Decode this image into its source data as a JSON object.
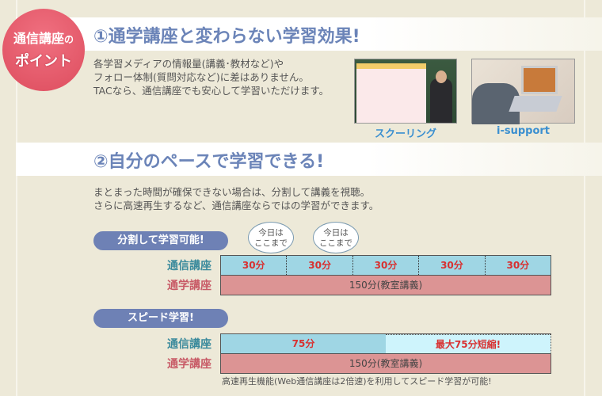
{
  "badge": {
    "line1": "通信講座",
    "line1_suffix": "の",
    "line2": "ポイント"
  },
  "section1": {
    "title": "①通学講座と変わらない学習効果!",
    "text": [
      "各学習メディアの情報量(講義･教材など)や",
      "フォロー体制(質問対応など)に差はありません。",
      "TACなら、通信講座でも安心して学習いただけます。"
    ],
    "photos": [
      {
        "caption": "スクーリング"
      },
      {
        "caption": "i-support"
      }
    ]
  },
  "section2": {
    "title": "②自分のペースで学習できる!",
    "text": [
      "まとまった時間が確保できない場合は、分割して講義を視聴。",
      "さらに高速再生するなど、通信講座ならではの学習ができます。"
    ],
    "split": {
      "label": "分割して学習可能!",
      "bubbles": [
        "今日は\nここまで",
        "今日は\nここまで"
      ],
      "row1_label": "通信講座",
      "row1_segments": [
        "30分",
        "30分",
        "30分",
        "30分",
        "30分"
      ],
      "row2_label": "通学講座",
      "row2_value": "150分(教室講義)"
    },
    "speed": {
      "label": "スピード学習!",
      "row1_label": "通信講座",
      "row1_value": "75分",
      "row1_saved": "最大75分短縮!",
      "row2_label": "通学講座",
      "row2_value": "150分(教室講義)",
      "note": "高速再生機能(Web通信講座は2倍速)を利用してスピード学習が可能!"
    }
  }
}
